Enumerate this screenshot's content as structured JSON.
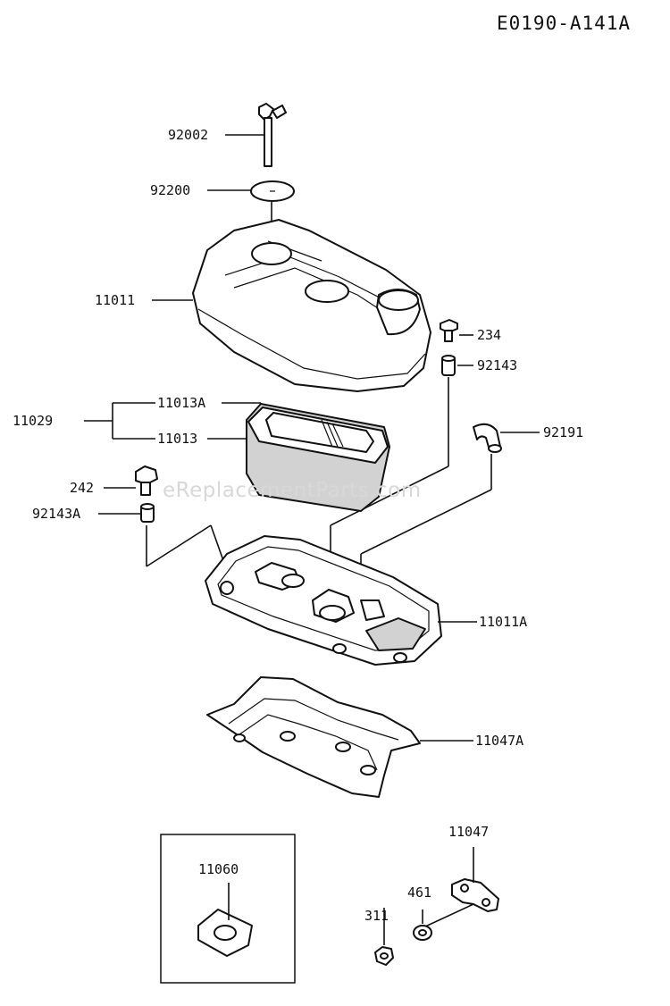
{
  "header": {
    "diagram_code": "E0190-A141A"
  },
  "watermark": "eReplacementParts.com",
  "parts": [
    {
      "id": "92002",
      "label": "92002"
    },
    {
      "id": "92200",
      "label": "92200"
    },
    {
      "id": "11011",
      "label": "11011"
    },
    {
      "id": "234",
      "label": "234"
    },
    {
      "id": "92143",
      "label": "92143"
    },
    {
      "id": "11013A",
      "label": "11013A"
    },
    {
      "id": "11029",
      "label": "11029"
    },
    {
      "id": "11013",
      "label": "11013"
    },
    {
      "id": "92191",
      "label": "92191"
    },
    {
      "id": "242",
      "label": "242"
    },
    {
      "id": "92143A",
      "label": "92143A"
    },
    {
      "id": "11011A",
      "label": "11011A"
    },
    {
      "id": "11047A",
      "label": "11047A"
    },
    {
      "id": "11060",
      "label": "11060"
    },
    {
      "id": "11047",
      "label": "11047"
    },
    {
      "id": "461",
      "label": "461"
    },
    {
      "id": "311",
      "label": "311"
    }
  ]
}
